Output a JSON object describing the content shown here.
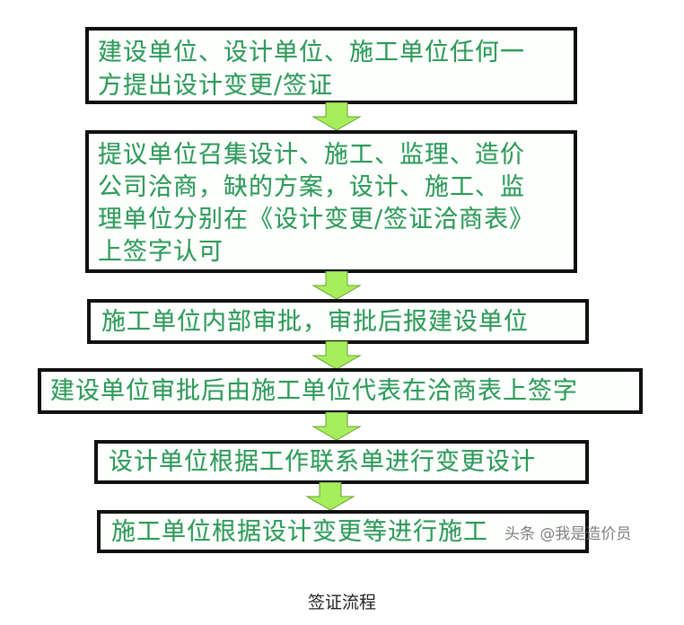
{
  "flowchart": {
    "title": "签证流程",
    "colors": {
      "text": "#2e9a5a",
      "border": "#111111",
      "box_fill": "#fdfffd",
      "arrow_fill": "#a6ee5c",
      "arrow_stroke": "#6aa030"
    },
    "steps": [
      {
        "text": "建设单位、设计单位、施工单位任何一\n方提出设计变更/签证"
      },
      {
        "text": "提议单位召集设计、施工、监理、造价\n公司洽商，缺的方案，设计、施工、监\n理单位分别在《设计变更/签证洽商表》\n上签字认可"
      },
      {
        "text": "施工单位内部审批，审批后报建设单位"
      },
      {
        "text": "建设单位审批后由施工单位代表在洽商表上签字"
      },
      {
        "text": "设计单位根据工作联系单进行变更设计"
      },
      {
        "text": "施工单位根据设计变更等进行施工"
      }
    ],
    "arrows": [
      {
        "icon": "down-arrow-icon"
      },
      {
        "icon": "down-arrow-icon"
      },
      {
        "icon": "down-arrow-icon"
      },
      {
        "icon": "down-arrow-icon"
      },
      {
        "icon": "down-arrow-icon"
      }
    ]
  },
  "watermark": {
    "text": "头条 @我是造价员"
  },
  "caption": {
    "text": "签证流程"
  }
}
